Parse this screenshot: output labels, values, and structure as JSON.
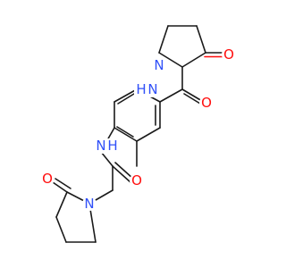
{
  "molecule": {
    "atoms": {
      "n_ring_top": {
        "symbol": "N"
      },
      "o_ring_top": {
        "symbol": "O"
      },
      "nh_top": {
        "symbol": "N",
        "suffix": "H"
      },
      "o_amide_top": {
        "symbol": "O"
      },
      "nh_bottom": {
        "symbol": "N",
        "suffix": "H"
      },
      "o_amide_bottom": {
        "symbol": "O"
      },
      "n_ring_bottom": {
        "symbol": "N"
      },
      "o_ring_bottom": {
        "symbol": "O"
      }
    },
    "colors": {
      "carbon_bond": "#1a1a1a",
      "nitrogen": "#3050f8",
      "oxygen": "#ff0d0d",
      "background": "#ffffff"
    }
  }
}
